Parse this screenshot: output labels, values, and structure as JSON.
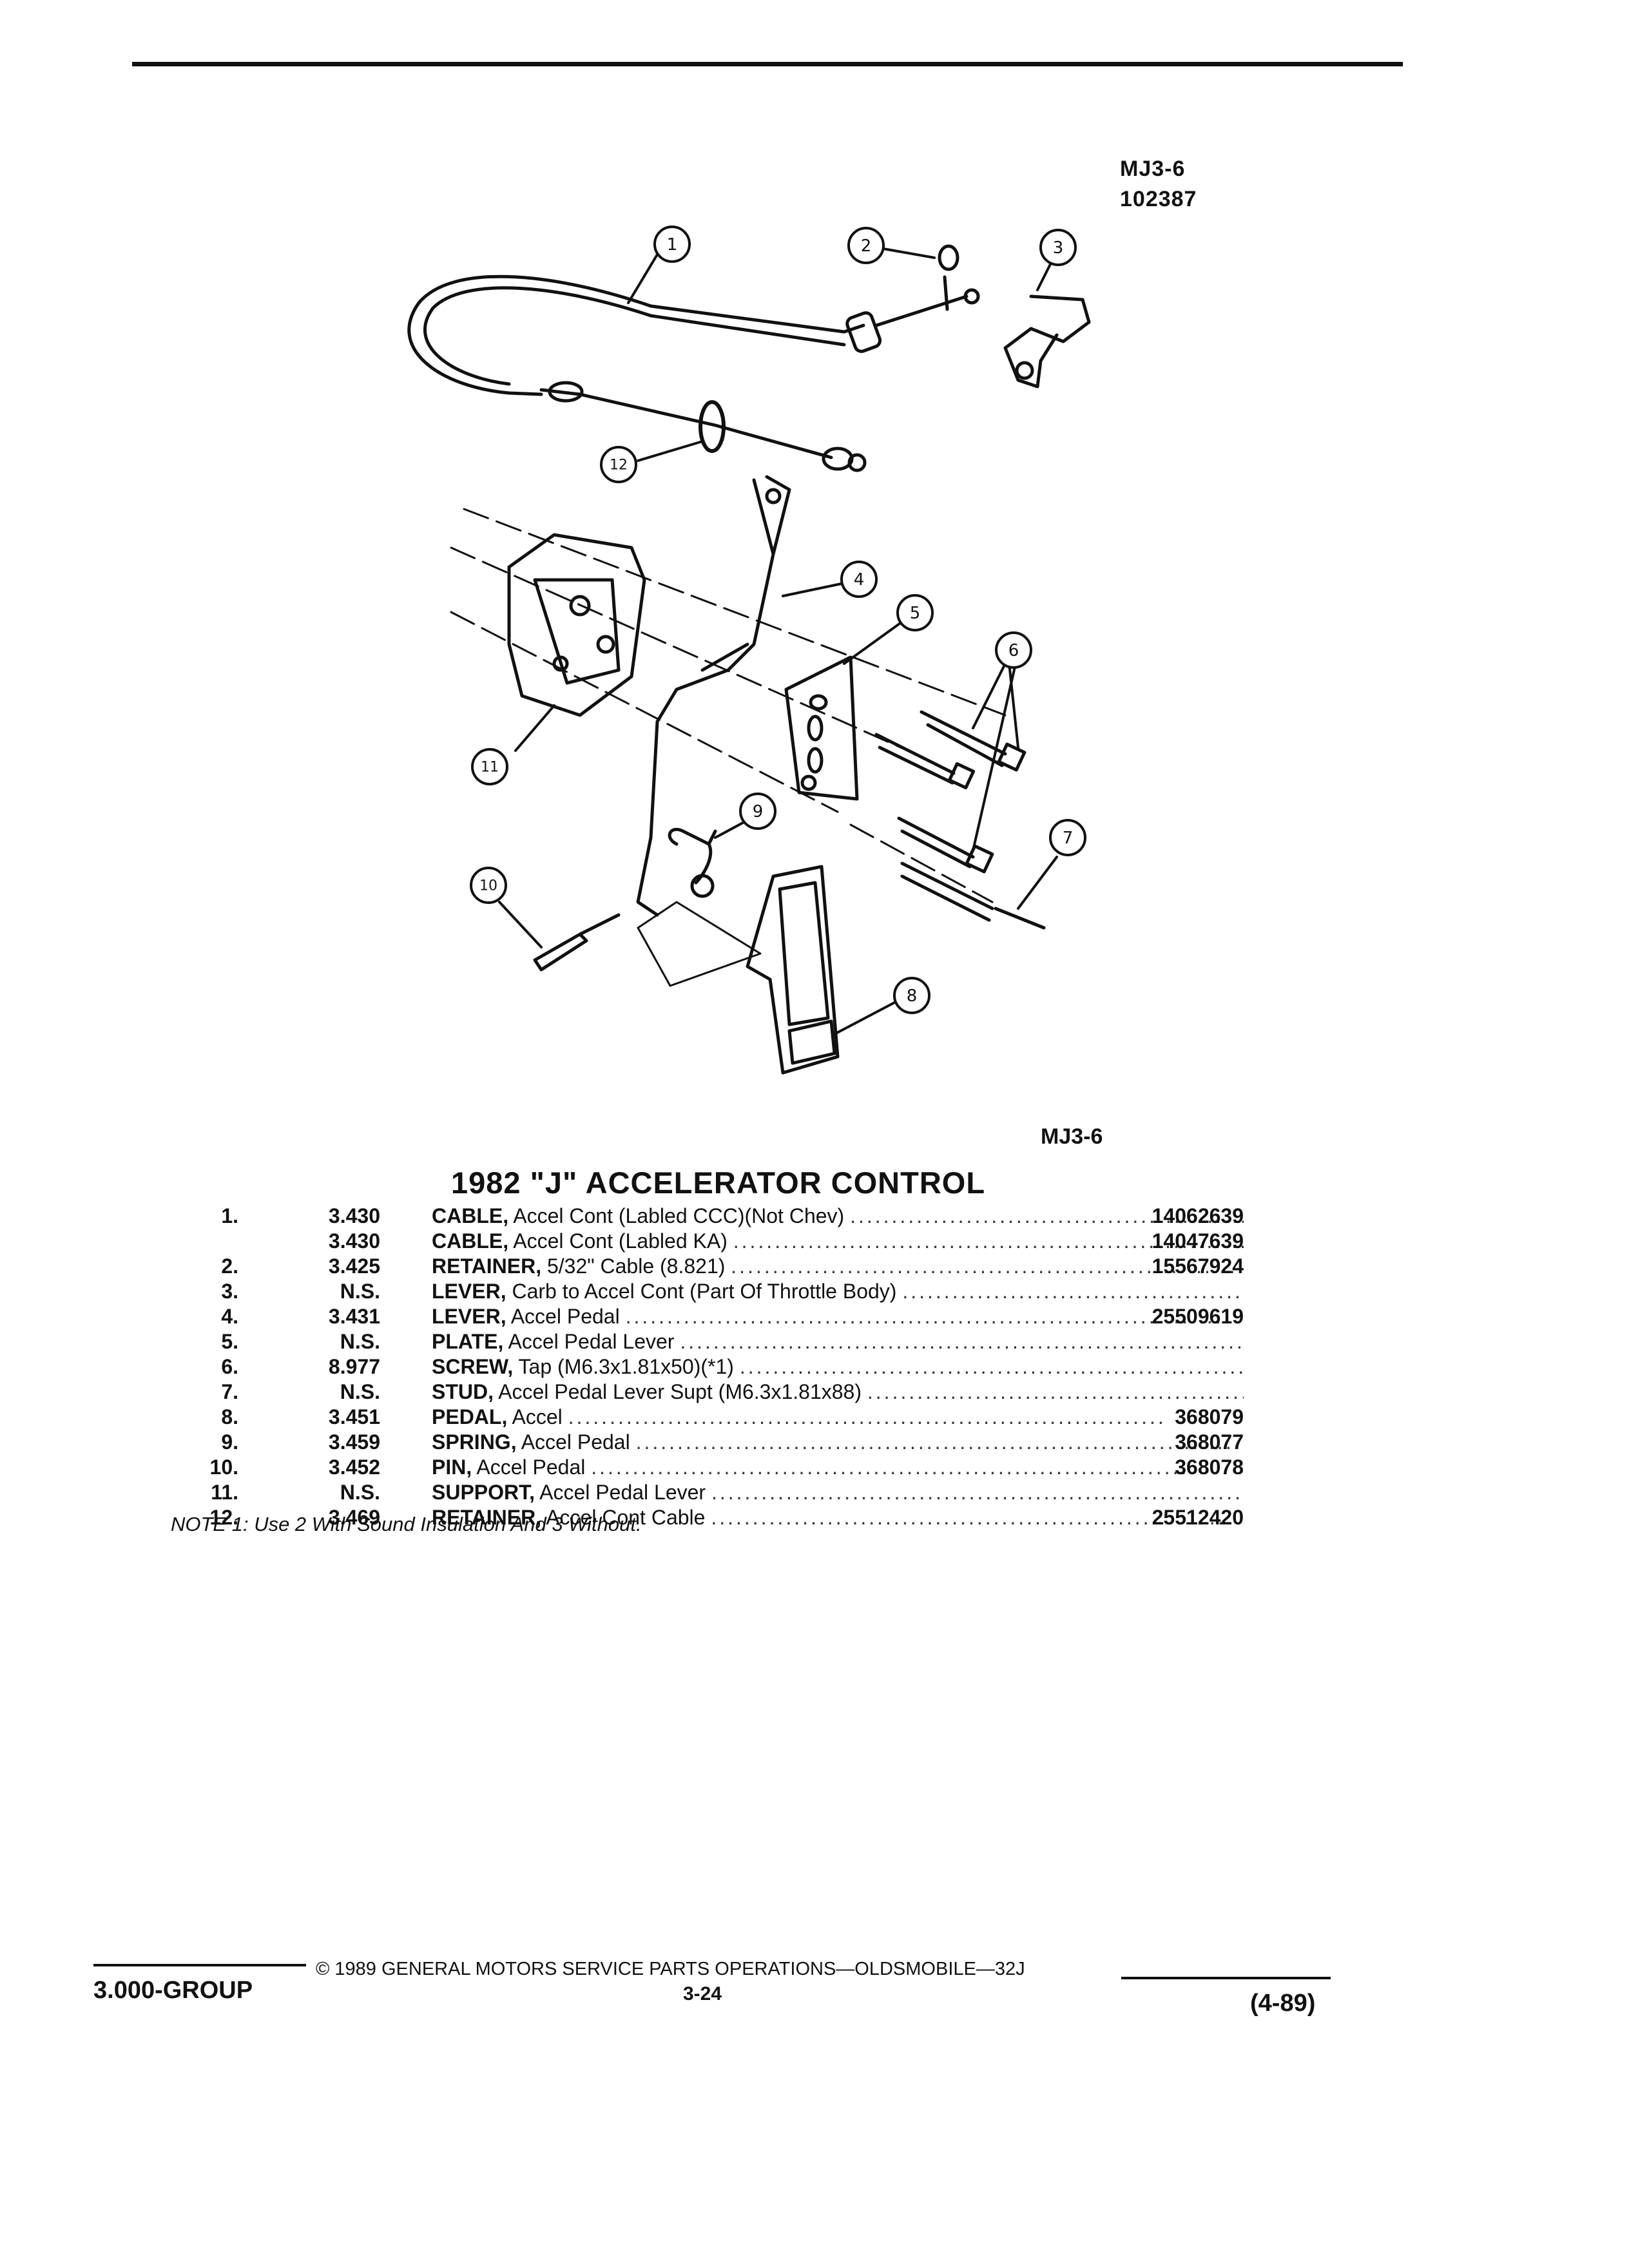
{
  "header": {
    "figure_code": "MJ3-6",
    "figure_number": "102387"
  },
  "diagram": {
    "callouts": [
      "1",
      "2",
      "3",
      "4",
      "5",
      "6",
      "7",
      "8",
      "9",
      "10",
      "11",
      "12"
    ],
    "caption_id": "MJ3-6"
  },
  "title": "1982 \"J\" ACCELERATOR CONTROL",
  "parts": [
    {
      "num": "1.",
      "group": "3.430",
      "name": "CABLE,",
      "desc": "Accel Cont (Labled CCC)(Not Chev)",
      "part_no": "14062639"
    },
    {
      "num": "",
      "group": "3.430",
      "name": "CABLE,",
      "desc": "Accel Cont (Labled KA)",
      "part_no": "14047639"
    },
    {
      "num": "2.",
      "group": "3.425",
      "name": "RETAINER,",
      "desc": "5/32\" Cable (8.821)",
      "part_no": "15567924"
    },
    {
      "num": "3.",
      "group": "N.S.",
      "name": "LEVER,",
      "desc": "Carb to Accel Cont (Part Of Throttle Body)",
      "part_no": ""
    },
    {
      "num": "4.",
      "group": "3.431",
      "name": "LEVER,",
      "desc": "Accel Pedal",
      "part_no": "25509619"
    },
    {
      "num": "5.",
      "group": "N.S.",
      "name": "PLATE,",
      "desc": "Accel Pedal Lever",
      "part_no": ""
    },
    {
      "num": "6.",
      "group": "8.977",
      "name": "SCREW,",
      "desc": "Tap (M6.3x1.81x50)(*1)",
      "part_no": ""
    },
    {
      "num": "7.",
      "group": "N.S.",
      "name": "STUD,",
      "desc": "Accel Pedal Lever Supt (M6.3x1.81x88)",
      "part_no": ""
    },
    {
      "num": "8.",
      "group": "3.451",
      "name": "PEDAL,",
      "desc": "Accel",
      "part_no": "368079"
    },
    {
      "num": "9.",
      "group": "3.459",
      "name": "SPRING,",
      "desc": "Accel Pedal",
      "part_no": "368077"
    },
    {
      "num": "10.",
      "group": "3.452",
      "name": "PIN,",
      "desc": "Accel Pedal",
      "part_no": "368078"
    },
    {
      "num": "11.",
      "group": "N.S.",
      "name": "SUPPORT,",
      "desc": "Accel Pedal Lever",
      "part_no": ""
    },
    {
      "num": "12.",
      "group": "3.469",
      "name": "RETAINER,",
      "desc": "Accel Cont Cable",
      "part_no": "25512420"
    }
  ],
  "note": "NOTE 1: Use 2 With Sound Insulation And 3 Without.",
  "footer": {
    "group": "3.000-GROUP",
    "copyright": "© 1989 GENERAL MOTORS SERVICE PARTS OPERATIONS—OLDSMOBILE—32J",
    "page": "3-24",
    "date": "(4-89)"
  },
  "colors": {
    "ink": "#111111",
    "paper": "#ffffff"
  }
}
